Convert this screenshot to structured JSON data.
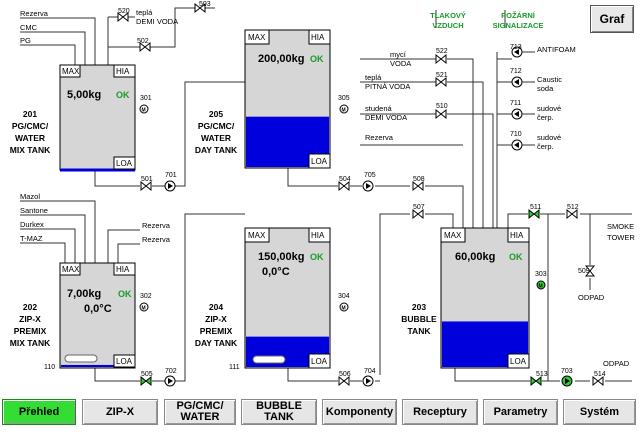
{
  "header": {
    "graf_label": "Graf",
    "tlakovy_vzduch": [
      "TLAKOVÝ",
      "VZDUCH"
    ],
    "pozarni_signalizace": [
      "POŽÁRNÍ",
      "SIGNALIZACE"
    ]
  },
  "tag_labels": {
    "max": "MAX",
    "hia": "HIA",
    "loa": "LOA"
  },
  "tanks": {
    "t201": {
      "name": [
        "201",
        "PG/CMC/",
        "WATER",
        "MIX TANK"
      ],
      "weight": "5,00kg",
      "status": "OK",
      "mixer": "301",
      "level_fraction": 0
    },
    "t205": {
      "name": [
        "205",
        "PG/CMC/",
        "WATER",
        "DAY TANK"
      ],
      "weight": "200,00kg",
      "status": "OK",
      "mixer": "305",
      "level_fraction": 0.37
    },
    "t202": {
      "name": [
        "202",
        "ZIP-X",
        "PREMIX",
        "MIX TANK"
      ],
      "weight": "7,00kg",
      "temperature": "0,0°C",
      "status": "OK",
      "mixer": "302",
      "level_fraction": 0.02,
      "heater": "110"
    },
    "t204": {
      "name": [
        "204",
        "ZIP-X",
        "PREMIX",
        "DAY TANK"
      ],
      "weight": "150,00kg",
      "temperature": "0,0°C",
      "status": "OK",
      "mixer": "304",
      "level_fraction": 0.22,
      "heater": "111"
    },
    "t203": {
      "name": [
        "203",
        "BUBBLE",
        "TANK"
      ],
      "weight": "60,00kg",
      "status": "OK",
      "mixer": "303",
      "level_fraction": 0.33
    }
  },
  "inputs": {
    "t201": [
      "Rezerva",
      "CMC",
      "PG"
    ],
    "t202": [
      "Mazol",
      "Santone",
      "Durkex",
      "T-MAZ"
    ],
    "t202_right": [
      "Rezerva",
      "Rezerva"
    ]
  },
  "valves": {
    "v520": {
      "id": "520",
      "label": [
        "teplá",
        "DEMI VODA"
      ]
    },
    "v502": {
      "id": "502"
    },
    "v503": {
      "id": "503"
    },
    "v501": {
      "id": "501"
    },
    "v701": {
      "id": "701"
    },
    "v504": {
      "id": "504"
    },
    "v705": {
      "id": "705"
    },
    "v508": {
      "id": "508"
    },
    "v507": {
      "id": "507"
    },
    "v505": {
      "id": "505"
    },
    "v702": {
      "id": "702"
    },
    "v506": {
      "id": "506"
    },
    "v704": {
      "id": "704"
    },
    "v522": {
      "id": "522",
      "label": [
        "mycí",
        "VODA"
      ]
    },
    "v521": {
      "id": "521",
      "label": [
        "teplá",
        "PITNÁ VODA"
      ]
    },
    "v510": {
      "id": "510",
      "label": [
        "studená",
        "DEMI VODA"
      ]
    },
    "rezerva_line": {
      "label": "Rezerva"
    },
    "v713": {
      "id": "713",
      "label": [
        "ANTIFOAM"
      ]
    },
    "v712": {
      "id": "712",
      "label": [
        "Caustic",
        "soda"
      ]
    },
    "v711": {
      "id": "711",
      "label": [
        "sudové",
        "čerp."
      ]
    },
    "v710": {
      "id": "710",
      "label": [
        "sudové",
        "čerp."
      ]
    },
    "v511": {
      "id": "511"
    },
    "v512": {
      "id": "512"
    },
    "v509": {
      "id": "509"
    },
    "v513": {
      "id": "513"
    },
    "v703": {
      "id": "703"
    },
    "v514": {
      "id": "514"
    }
  },
  "outlets": {
    "smoke_tower": [
      "SMOKE",
      "TOWER"
    ],
    "odpad1": "ODPAD",
    "odpad2": "ODPAD"
  },
  "nav": [
    {
      "label": "Přehled",
      "active": true
    },
    {
      "label": "ZIP-X"
    },
    {
      "label": "PG/CMC/ WATER"
    },
    {
      "label": "BUBBLE TANK"
    },
    {
      "label": "Komponenty"
    },
    {
      "label": "Receptury"
    },
    {
      "label": "Parametry"
    },
    {
      "label": "Systém"
    }
  ],
  "colors": {
    "liquid": "#0000dd",
    "tank_fill": "#d6d6d6",
    "ok": "#1a9a2a",
    "active_nav": "#33dd33",
    "pump_on": "#33cc33"
  }
}
